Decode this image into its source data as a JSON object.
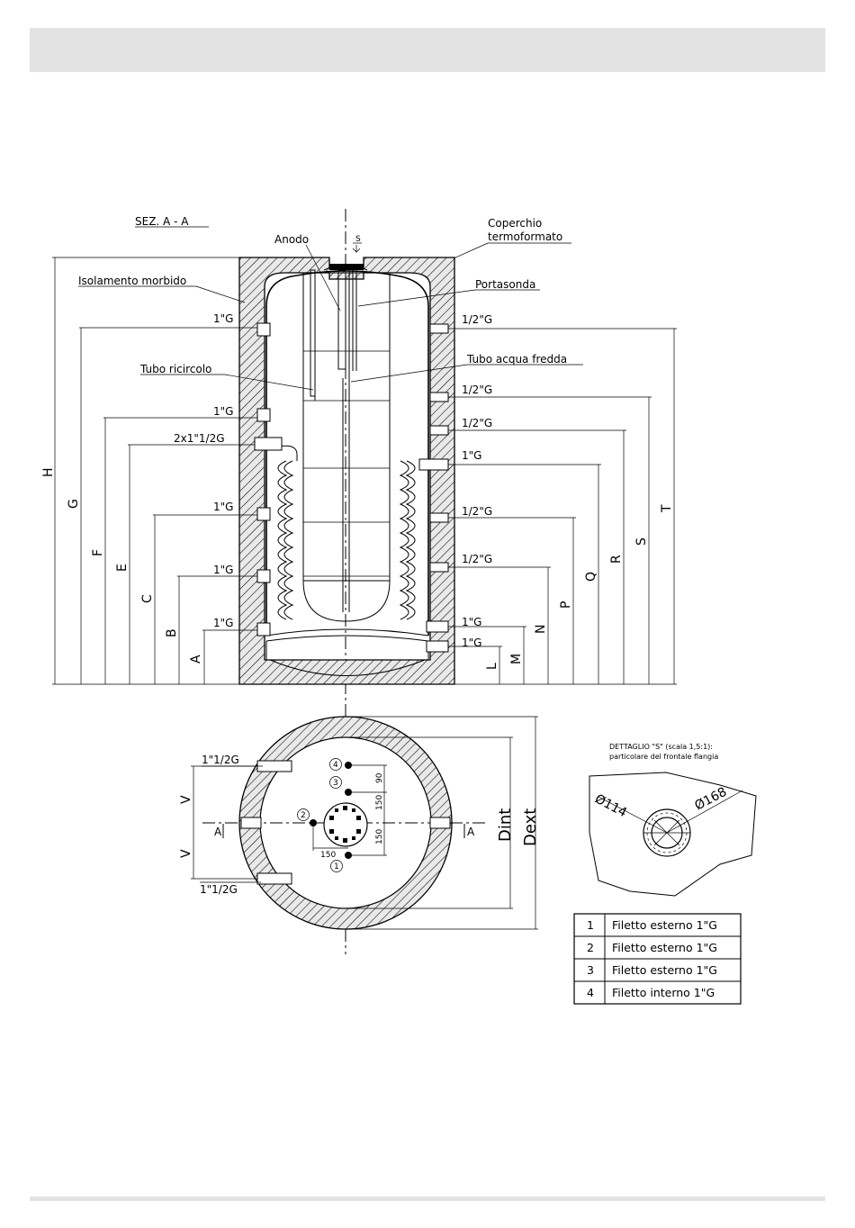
{
  "section": {
    "title": "SEZ. A - A",
    "labels": {
      "anodo": "Anodo",
      "s_marker": "S",
      "coperchio_1": "Coperchio",
      "coperchio_2": "termoformato",
      "isolamento": "Isolamento morbido",
      "portasonda": "Portasonda",
      "tubo_ricircolo": "Tubo ricircolo",
      "tubo_acqua_fredda": "Tubo acqua fredda"
    },
    "left_fittings": [
      "1\"G",
      "1\"G",
      "2x1\"1/2G",
      "1\"G",
      "1\"G",
      "1\"G"
    ],
    "right_fittings": [
      "1/2\"G",
      "1/2\"G",
      "1/2\"G",
      "1\"G",
      "1/2\"G",
      "1/2\"G",
      "1\"G",
      "1\"G"
    ],
    "left_dims": [
      "H",
      "G",
      "F",
      "E",
      "C",
      "B",
      "A"
    ],
    "right_dims": [
      "L",
      "M",
      "N",
      "P",
      "Q",
      "R",
      "S",
      "T"
    ]
  },
  "plan": {
    "fitting_top": "1\"1/2G",
    "fitting_bottom": "1\"1/2G",
    "v_label": "V",
    "section_mark": "A",
    "dint": "Dint",
    "dext": "Dext",
    "dim_90": "90",
    "dim_150": "150",
    "ports": [
      "1",
      "2",
      "3",
      "4"
    ]
  },
  "detail": {
    "title_1": "DETTAGLIO \"S\" (scala 1,5:1):",
    "title_2": "particolare del frontale flangia",
    "d1": "Ø114",
    "d2": "Ø168"
  },
  "legend": [
    {
      "num": "1",
      "text": "Filetto esterno 1\"G"
    },
    {
      "num": "2",
      "text": "Filetto esterno 1\"G"
    },
    {
      "num": "3",
      "text": "Filetto esterno 1\"G"
    },
    {
      "num": "4",
      "text": "Filetto interno 1\"G"
    }
  ]
}
